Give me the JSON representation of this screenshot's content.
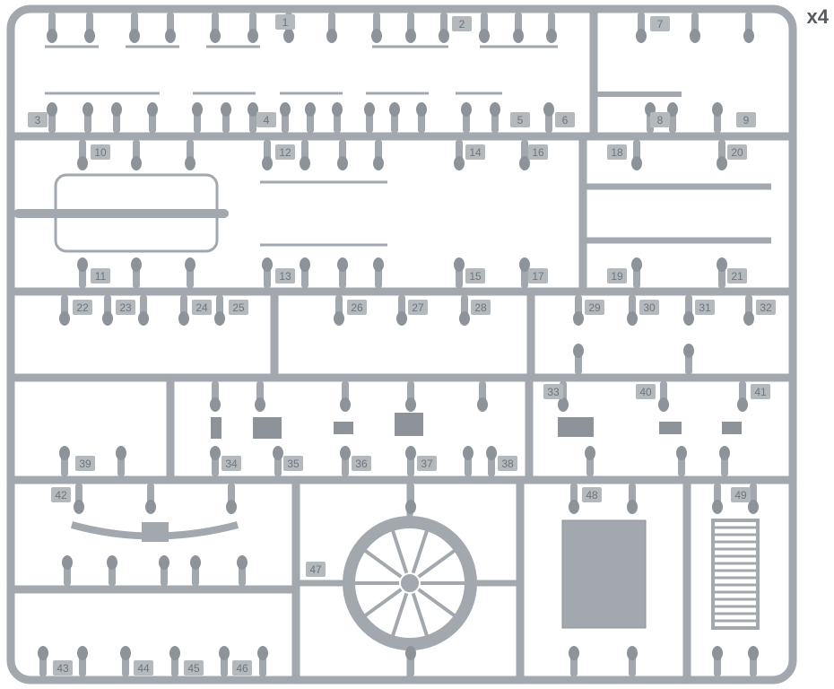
{
  "quantity_label": "x4",
  "colors": {
    "plastic": "#a2a8ad",
    "plastic_dark": "#8d9399",
    "tab": "#b4b9bd",
    "label_text": "#6f767c"
  },
  "part_numbers": [
    "1",
    "2",
    "3",
    "4",
    "5",
    "6",
    "7",
    "8",
    "9",
    "10",
    "11",
    "12",
    "13",
    "14",
    "15",
    "16",
    "17",
    "18",
    "19",
    "20",
    "21",
    "22",
    "23",
    "24",
    "25",
    "26",
    "27",
    "28",
    "29",
    "30",
    "31",
    "32",
    "33",
    "34",
    "35",
    "36",
    "37",
    "38",
    "39",
    "40",
    "41",
    "42",
    "43",
    "44",
    "45",
    "46",
    "47",
    "48",
    "49"
  ]
}
